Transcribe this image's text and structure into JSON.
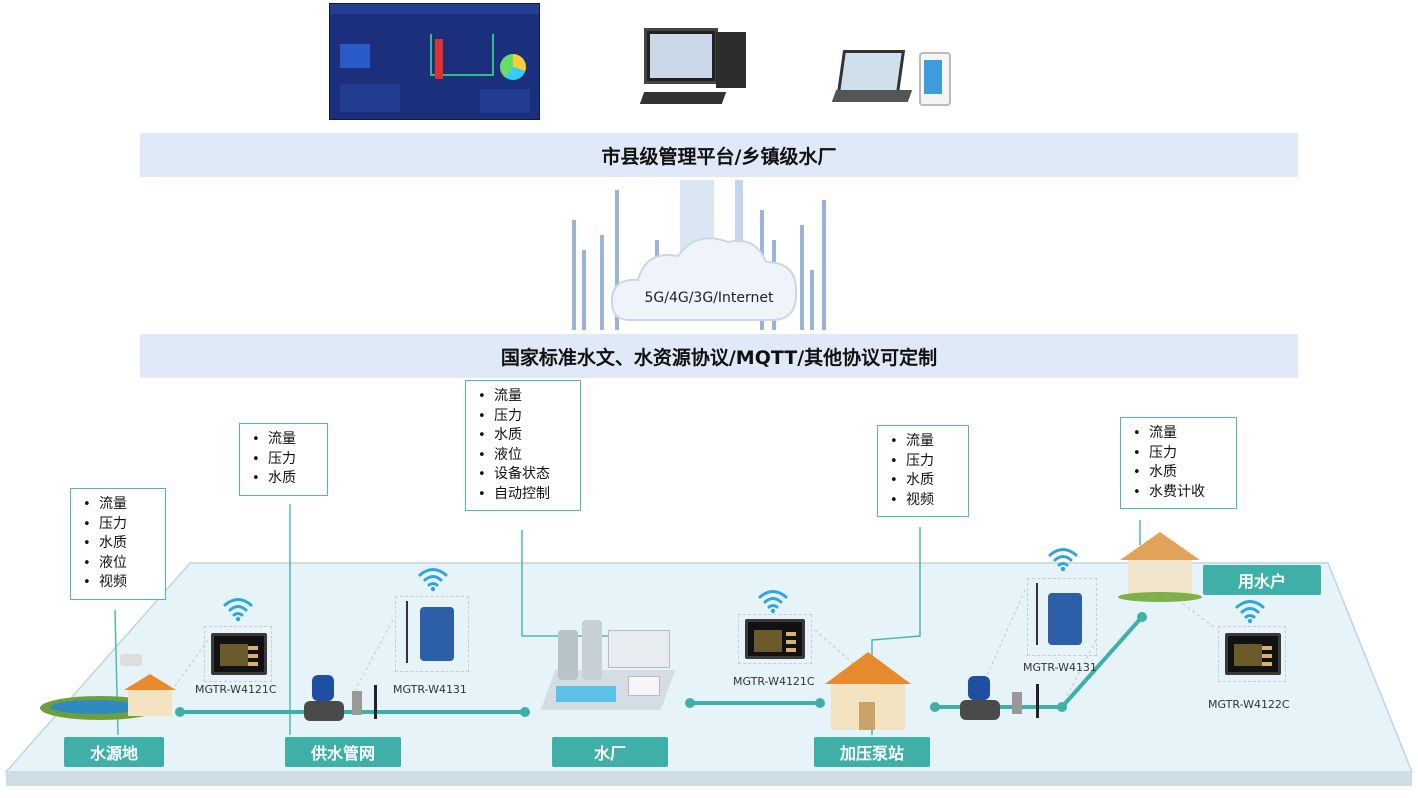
{
  "banners": {
    "top": "市县级管理平台/乡镇级水厂",
    "protocol": "国家标准水文、水资源协议/MQTT/其他协议可定制"
  },
  "network_label": "5G/4G/3G/Internet",
  "info_boxes": {
    "source": [
      "流量",
      "压力",
      "水质",
      "液位",
      "视频"
    ],
    "pipe": [
      "流量",
      "压力",
      "水质"
    ],
    "plant": [
      "流量",
      "压力",
      "水质",
      "液位",
      "设备状态",
      "自动控制"
    ],
    "pump": [
      "流量",
      "压力",
      "水质",
      "视频"
    ],
    "user": [
      "流量",
      "压力",
      "水质",
      "水费计收"
    ]
  },
  "stations": {
    "source": "水源地",
    "pipe": "供水管网",
    "plant": "水厂",
    "pump": "加压泵站",
    "user": "用水户"
  },
  "models": {
    "m1": "MGTR-W4121C",
    "m2": "MGTR-W4131",
    "m3": "MGTR-W4121C",
    "m4": "MGTR-W4131",
    "m5": "MGTR-W4122C"
  },
  "colors": {
    "banner_bg": "#dfe9f7",
    "teal": "#3fb0a8",
    "platform": "#e6f3f8"
  }
}
